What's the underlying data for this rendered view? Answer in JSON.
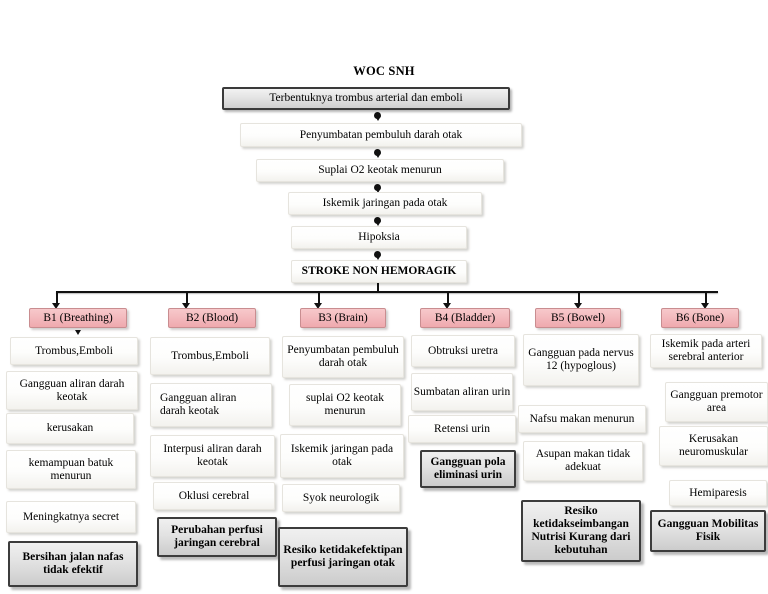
{
  "title": "WOC SNH",
  "trunk": [
    {
      "id": "trunk-1",
      "label": "Terbentuknya trombus arterial dan emboli",
      "style": "heavy-gray"
    },
    {
      "id": "trunk-2",
      "label": "Penyumbatan pembuluh darah otak",
      "style": "plain"
    },
    {
      "id": "trunk-3",
      "label": "Suplai O2 keotak menurun",
      "style": "plain"
    },
    {
      "id": "trunk-4",
      "label": "Iskemik jaringan pada otak",
      "style": "plain"
    },
    {
      "id": "trunk-5",
      "label": "Hipoksia",
      "style": "plain"
    },
    {
      "id": "trunk-6",
      "label": "STROKE NON HEMORAGIK",
      "style": "plain-bold"
    }
  ],
  "columns": [
    {
      "key": "b1",
      "header": "B1 (Breathing)",
      "nodes": [
        "Trombus,Emboli",
        "Gangguan aliran darah keotak",
        "kerusakan",
        "kemampuan batuk menurun",
        "Meningkatnya secret"
      ],
      "outcome": "Bersihan jalan nafas tidak efektif"
    },
    {
      "key": "b2",
      "header": "B2 (Blood)",
      "nodes": [
        "Trombus,Emboli",
        "Gangguan aliran darah keotak",
        "Interpusi aliran darah keotak",
        "Oklusi cerebral"
      ],
      "outcome": "Perubahan perfusi jaringan cerebral"
    },
    {
      "key": "b3",
      "header": "B3 (Brain)",
      "nodes": [
        "Penyumbatan pembuluh darah otak",
        "suplai O2 keotak menurun",
        "Iskemik jaringan pada otak",
        "Syok neurologik"
      ],
      "outcome": "Resiko ketidakefektipan perfusi jaringan otak"
    },
    {
      "key": "b4",
      "header": "B4 (Bladder)",
      "nodes": [
        "Obtruksi uretra",
        "Sumbatan aliran urin",
        "Retensi urin"
      ],
      "outcome": "Gangguan pola eliminasi urin"
    },
    {
      "key": "b5",
      "header": "B5 (Bowel)",
      "nodes": [
        "Gangguan pada nervus 12 (hypoglous)",
        "Nafsu makan menurun",
        "Asupan makan tidak adekuat"
      ],
      "outcome": "Resiko ketidakseimbangan Nutrisi Kurang dari kebutuhan"
    },
    {
      "key": "b6",
      "header": "B6 (Bone)",
      "nodes": [
        "Iskemik pada arteri serebral anterior",
        "Gangguan premotor area",
        "Kerusakan neuromuskular",
        "Hemiparesis"
      ],
      "outcome": "Gangguan Mobilitas Fisik"
    }
  ],
  "colors": {
    "pink_header": "#f3b9bd",
    "pink_border": "#c98d90",
    "outcome_fill": "#e2e2e2",
    "outcome_border": "#3c3c3c",
    "node_fill": "#ffffff",
    "connector": "#111111",
    "page_background": "#ffffff"
  }
}
